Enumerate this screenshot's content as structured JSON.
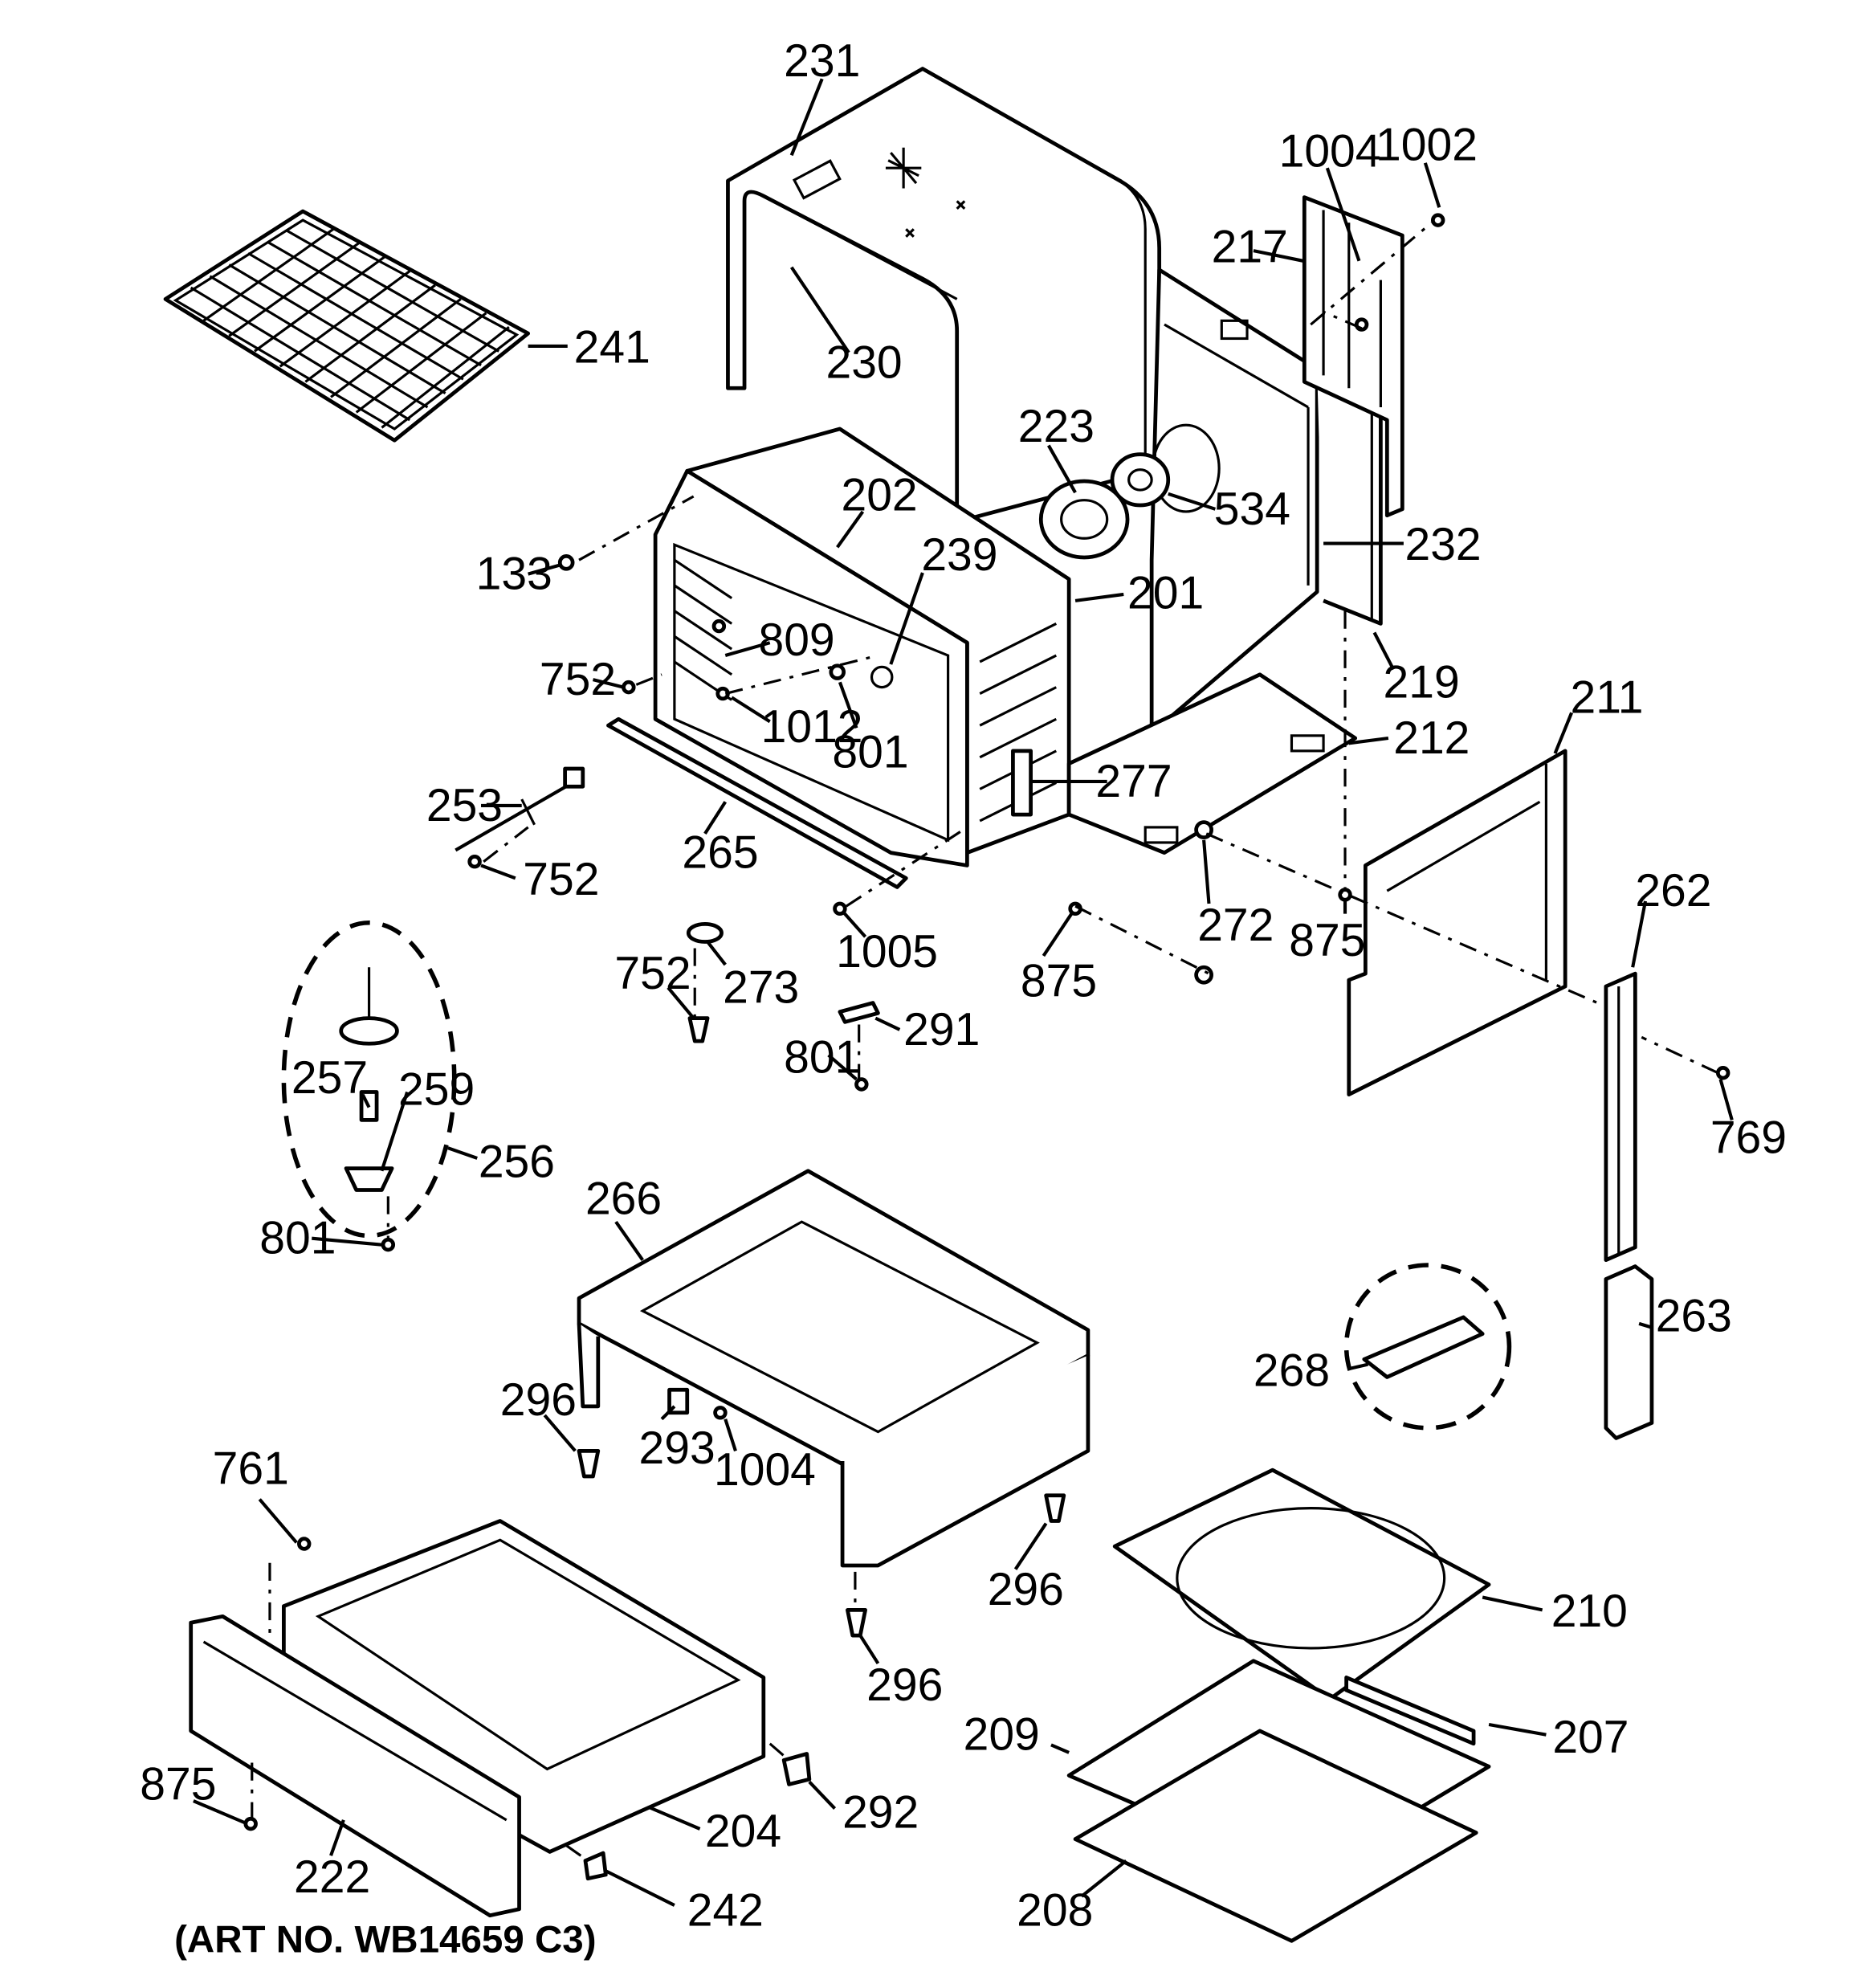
{
  "callouts": [
    {
      "id": "c231",
      "label": "231"
    },
    {
      "id": "c230",
      "label": "230"
    },
    {
      "id": "c241",
      "label": "241"
    },
    {
      "id": "c1004a",
      "label": "1004"
    },
    {
      "id": "c1002",
      "label": "1002"
    },
    {
      "id": "c217",
      "label": "217"
    },
    {
      "id": "c223",
      "label": "223"
    },
    {
      "id": "c534",
      "label": "534"
    },
    {
      "id": "c232",
      "label": "232"
    },
    {
      "id": "c219",
      "label": "219"
    },
    {
      "id": "c202",
      "label": "202"
    },
    {
      "id": "c239",
      "label": "239"
    },
    {
      "id": "c201",
      "label": "201"
    },
    {
      "id": "c133",
      "label": "133"
    },
    {
      "id": "c809",
      "label": "809"
    },
    {
      "id": "c752a",
      "label": "752"
    },
    {
      "id": "c1012",
      "label": "1012"
    },
    {
      "id": "c801a",
      "label": "801"
    },
    {
      "id": "c212",
      "label": "212"
    },
    {
      "id": "c211",
      "label": "211"
    },
    {
      "id": "c277",
      "label": "277"
    },
    {
      "id": "c253",
      "label": "253"
    },
    {
      "id": "c752b",
      "label": "752"
    },
    {
      "id": "c265",
      "label": "265"
    },
    {
      "id": "c272",
      "label": "272"
    },
    {
      "id": "c875a",
      "label": "875"
    },
    {
      "id": "c1005",
      "label": "1005"
    },
    {
      "id": "c875b",
      "label": "875"
    },
    {
      "id": "c752c",
      "label": "752"
    },
    {
      "id": "c273",
      "label": "273"
    },
    {
      "id": "c291",
      "label": "291"
    },
    {
      "id": "c801b",
      "label": "801"
    },
    {
      "id": "c262",
      "label": "262"
    },
    {
      "id": "c769",
      "label": "769"
    },
    {
      "id": "c257",
      "label": "257"
    },
    {
      "id": "c259",
      "label": "259"
    },
    {
      "id": "c256",
      "label": "256"
    },
    {
      "id": "c801c",
      "label": "801"
    },
    {
      "id": "c266",
      "label": "266"
    },
    {
      "id": "c263",
      "label": "263"
    },
    {
      "id": "c268",
      "label": "268"
    },
    {
      "id": "c296a",
      "label": "296"
    },
    {
      "id": "c293",
      "label": "293"
    },
    {
      "id": "c1004b",
      "label": "1004"
    },
    {
      "id": "c761",
      "label": "761"
    },
    {
      "id": "c296b",
      "label": "296"
    },
    {
      "id": "c210",
      "label": "210"
    },
    {
      "id": "c296c",
      "label": "296"
    },
    {
      "id": "c209",
      "label": "209"
    },
    {
      "id": "c207",
      "label": "207"
    },
    {
      "id": "c875c",
      "label": "875"
    },
    {
      "id": "c292",
      "label": "292"
    },
    {
      "id": "c204",
      "label": "204"
    },
    {
      "id": "c222",
      "label": "222"
    },
    {
      "id": "c242",
      "label": "242"
    },
    {
      "id": "c208",
      "label": "208"
    }
  ],
  "art_number": "(ART NO. WB14659 C3)"
}
